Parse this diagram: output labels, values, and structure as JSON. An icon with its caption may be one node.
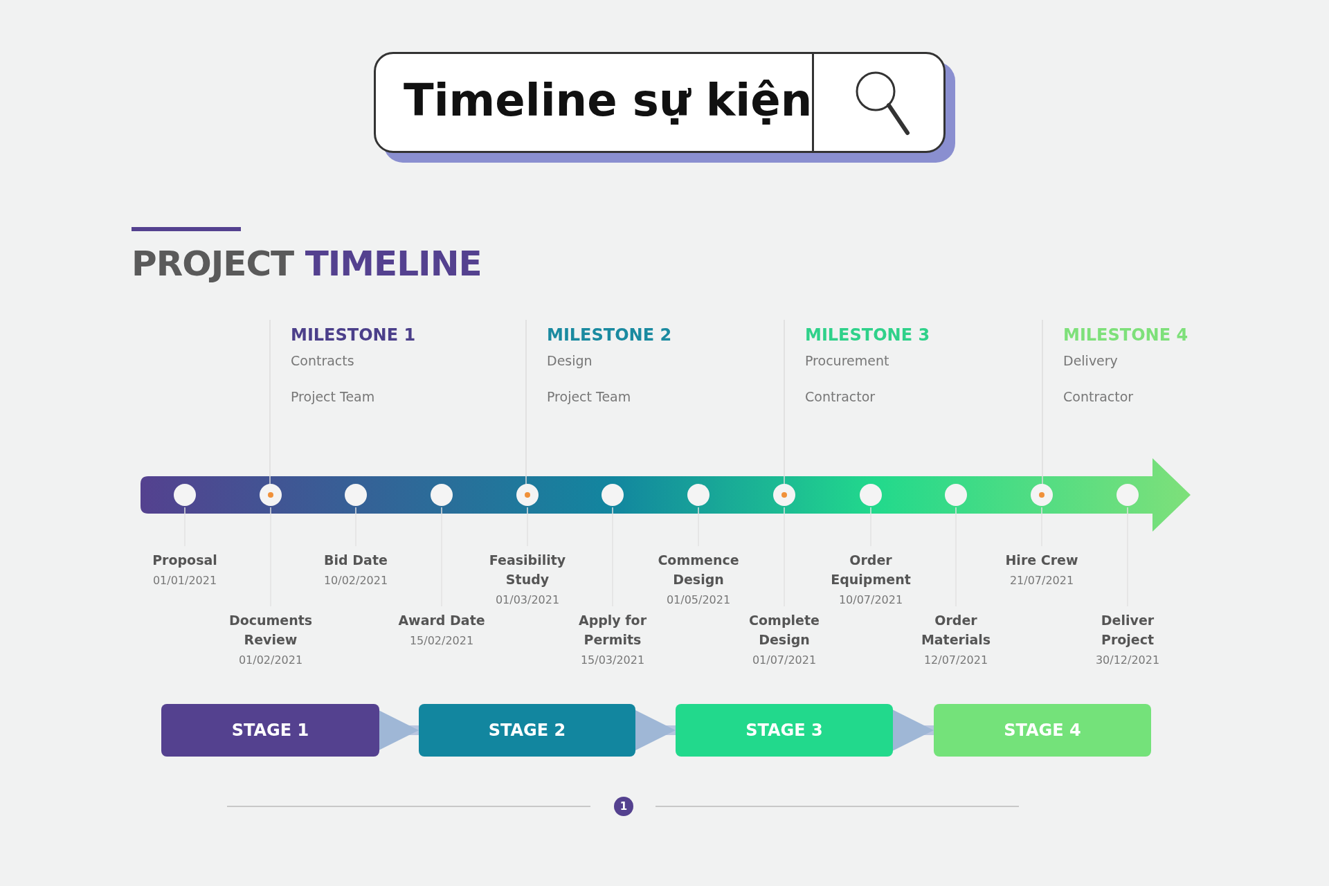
{
  "diagram": {
    "title": "Timeline sự kiện",
    "nodes": [
      {
        "text": [
          "MILESTONE 1",
          "Contracts",
          "Project Team"
        ]
      },
      {
        "text": [
          "MILESTONE 2",
          "Design",
          "Project Team"
        ]
      },
      {
        "text": [
          "MILESTONE 3",
          "Procurement",
          "Contractor"
        ]
      },
      {
        "text": [
          "MILESTONE 4",
          "Delivery",
          "Contractor"
        ]
      },
      {
        "text": [
          "Proposal",
          "01/01/2021"
        ]
      },
      {
        "text": [
          "Documents Review",
          "01/02/2021"
        ]
      },
      {
        "text": [
          "Bid Date",
          "10/02/2021"
        ]
      },
      {
        "text": [
          "Award Date",
          "15/02/2021"
        ]
      },
      {
        "text": [
          "Feasibility Study",
          "01/03/2021"
        ]
      },
      {
        "text": [
          "Apply for Permits",
          "15/03/2021"
        ]
      },
      {
        "text": [
          "Commence Design",
          "01/05/2021"
        ]
      },
      {
        "text": [
          "Complete Design",
          "01/07/2021"
        ]
      },
      {
        "text": [
          "Order Equipment",
          "10/07/2021"
        ]
      },
      {
        "text": [
          "Order Materials",
          "12/07/2021"
        ]
      },
      {
        "text": [
          "Hire Crew",
          "21/07/2021"
        ]
      },
      {
        "text": [
          "Deliver Project",
          "30/12/2021"
        ]
      },
      {
        "text": [
          "STAGE 1"
        ]
      },
      {
        "text": [
          "STAGE 2"
        ]
      },
      {
        "text": [
          "STAGE 3"
        ]
      },
      {
        "text": [
          "STAGE 4"
        ]
      }
    ],
    "edges": [
      {
        "from": 16,
        "to": 17,
        "arrow": "to"
      },
      {
        "from": 17,
        "to": 18,
        "arrow": "to"
      },
      {
        "from": 18,
        "to": 19,
        "arrow": "to"
      }
    ],
    "labels": [
      "PROJECT TIMELINE",
      "1"
    ]
  }
}
